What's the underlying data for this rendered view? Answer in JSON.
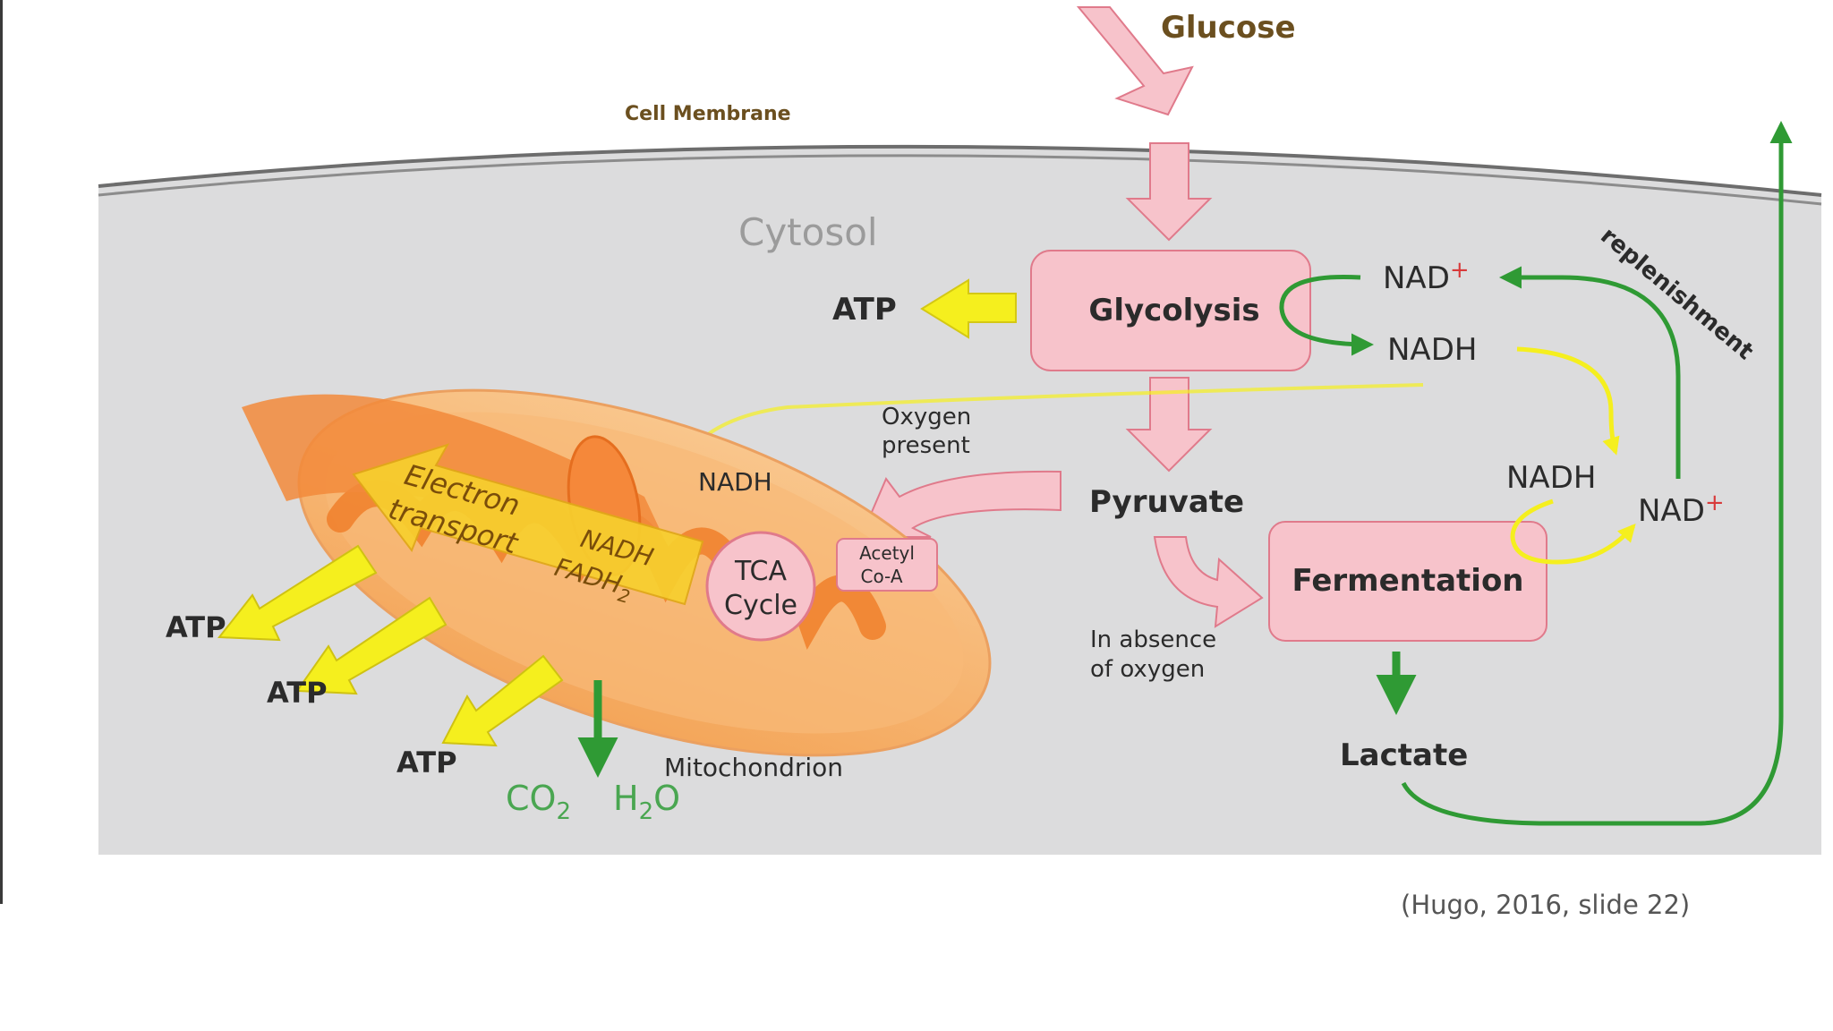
{
  "labels": {
    "glucose": "Glucose",
    "cell_membrane": "Cell Membrane",
    "cytosol": "Cytosol",
    "glycolysis": "Glycolysis",
    "atp_glycolysis": "ATP",
    "nad_top": "NAD",
    "nadh_top": "NADH",
    "replenishment": "replenishment",
    "oxygen_present_1": "Oxygen",
    "oxygen_present_2": "present",
    "pyruvate": "Pyruvate",
    "nadh_mito": "NADH",
    "electron_transport_1": "Electron",
    "electron_transport_2": "transport",
    "nadh_inner": "NADH",
    "fadh_inner": "FADH",
    "fadh_sub": "2",
    "tca_1": "TCA",
    "tca_2": "Cycle",
    "acetyl_1": "Acetyl",
    "acetyl_2": "Co-A",
    "atp_1": "ATP",
    "atp_2": "ATP",
    "atp_3": "ATP",
    "co2": "CO",
    "co2_sub": "2",
    "h2o_h": "H",
    "h2o_sub": "2",
    "h2o_o": "O",
    "mitochondrion": "Mitochondrion",
    "absence_1": "In absence",
    "absence_2": "of oxygen",
    "fermentation": "Fermentation",
    "nadh_ferm": "NADH",
    "nad_ferm": "NAD",
    "lactate": "Lactate",
    "plus": "+"
  },
  "citation": "(Hugo, 2016, slide 22)",
  "colors": {
    "cytosol": "#dcdcdd",
    "pink_fill": "#f7c3cb",
    "pink_stroke": "#e07a8b",
    "green": "#2f9a34",
    "yellow": "#f5ef1e",
    "mito_outer": "#f6b36e",
    "mito_inner": "#f07f2a",
    "text_dark": "#2b2b2b"
  }
}
